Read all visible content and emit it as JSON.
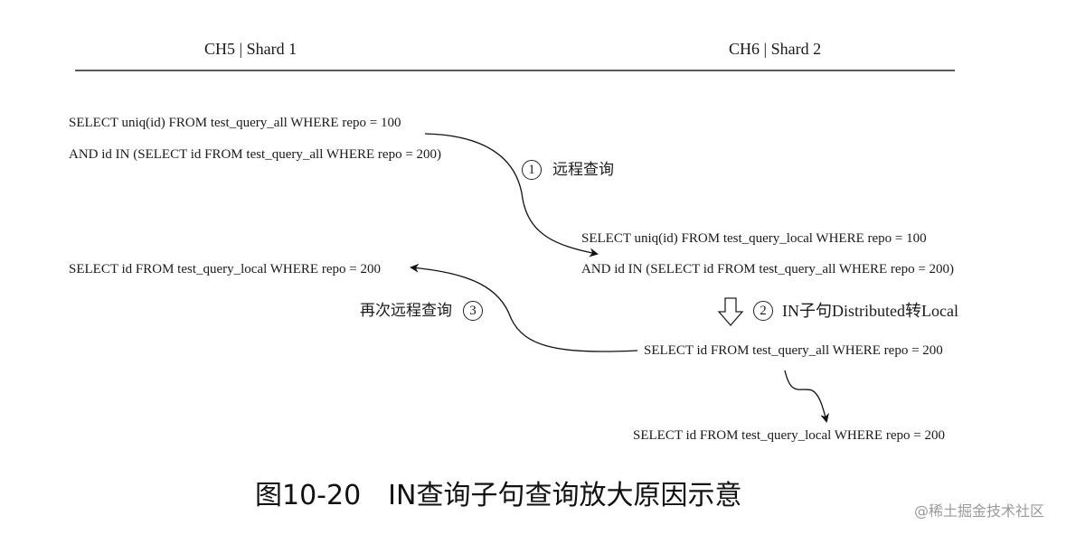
{
  "headers": {
    "left": "CH5 | Shard 1",
    "right": "CH6 | Shard 2"
  },
  "shard1": {
    "query_line1": "SELECT uniq(id) FROM test_query_all WHERE repo = 100",
    "query_line2": "AND id IN (SELECT id FROM test_query_all WHERE repo = 200)",
    "subquery_local": "SELECT id FROM test_query_local WHERE repo = 200"
  },
  "shard2": {
    "query_line1": "SELECT uniq(id) FROM test_query_local WHERE repo = 100",
    "query_line2": "AND id IN (SELECT id FROM test_query_all WHERE repo = 200)",
    "subquery_all": "SELECT id FROM test_query_all WHERE repo = 200",
    "subquery_local": "SELECT id FROM test_query_local WHERE repo = 200"
  },
  "steps": {
    "step1_num": "1",
    "step1_label": "远程查询",
    "step2_num": "2",
    "step2_label": "IN子句Distributed转Local",
    "step3_num": "3",
    "step3_label": "再次远程查询"
  },
  "caption": "图10-20　IN查询子句查询放大原因示意",
  "watermark": "@稀土掘金技术社区"
}
